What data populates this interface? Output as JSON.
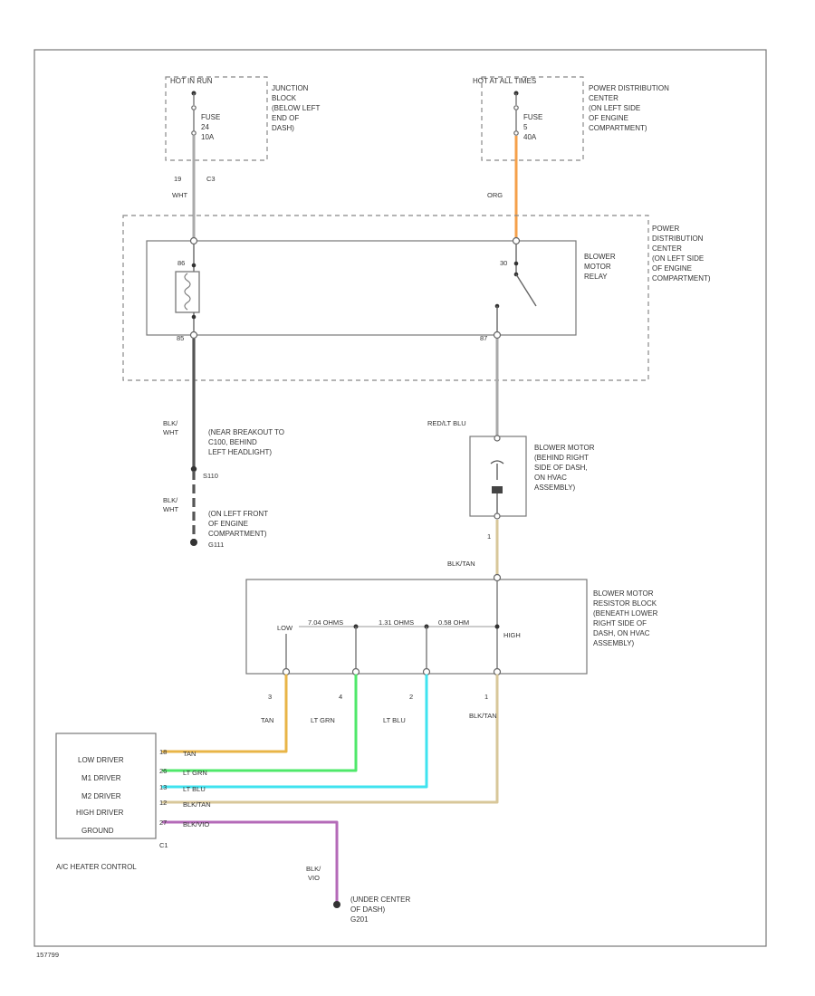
{
  "fuse1": {
    "header": "HOT IN RUN",
    "fuse_name": "FUSE",
    "fuse_num": "24",
    "fuse_amp": "10A",
    "location": [
      "JUNCTION",
      "BLOCK",
      "(BELOW LEFT",
      "END OF",
      "DASH)"
    ]
  },
  "fuse2": {
    "header": "HOT AT ALL TIMES",
    "fuse_name": "FUSE",
    "fuse_num": "5",
    "fuse_amp": "40A",
    "location": [
      "POWER DISTRIBUTION",
      "CENTER",
      "(ON LEFT SIDE",
      "OF ENGINE",
      "COMPARTMENT)"
    ]
  },
  "left_wire": {
    "pin": "19",
    "connector": "C3",
    "color": "WHT"
  },
  "right_wire": {
    "color": "ORG"
  },
  "pdc_label": [
    "POWER",
    "DISTRIBUTION",
    "CENTER",
    "(ON LEFT SIDE",
    "OF ENGINE",
    "COMPARTMENT)"
  ],
  "relay": {
    "label": [
      "BLOWER",
      "MOTOR",
      "RELAY"
    ],
    "coil_pin": "86",
    "switch_pin": "30",
    "coil_out_pin": "85",
    "switch_out_pin": "87"
  },
  "left_branch": {
    "color1": [
      "BLK/",
      "WHT"
    ],
    "note1": [
      "(NEAR BREAKOUT TO",
      "C100, BEHIND",
      "LEFT HEADLIGHT)"
    ],
    "splice": "S110",
    "color2": [
      "BLK/",
      "WHT"
    ],
    "note2": [
      "(ON LEFT FRONT",
      "OF ENGINE",
      "COMPARTMENT)"
    ],
    "ground": "G111"
  },
  "right_branch": {
    "color": "RED/LT BLU",
    "motor_label": [
      "BLOWER MOTOR",
      "(BEHIND RIGHT",
      "SIDE OF DASH,",
      "ON HVAC",
      "ASSEMBLY)"
    ],
    "pin_below": "1",
    "color_below": "BLK/TAN"
  },
  "resistor": {
    "label": [
      "BLOWER MOTOR",
      "RESISTOR BLOCK",
      "(BENEATH LOWER",
      "RIGHT SIDE OF",
      "DASH, ON HVAC",
      "ASSEMBLY)"
    ],
    "low": "LOW",
    "high": "HIGH",
    "r1": "7.04 OHMS",
    "r2": "1.31 OHMS",
    "r3": "0.58 OHM"
  },
  "bottom_wires": [
    {
      "pin": "3",
      "color": "TAN"
    },
    {
      "pin": "4",
      "color": "LT GRN"
    },
    {
      "pin": "2",
      "color": "LT BLU"
    },
    {
      "pin": "1",
      "color": "BLK/TAN"
    }
  ],
  "control": {
    "title": "A/C HEATER CONTROL",
    "connector": "C1",
    "rows": [
      {
        "label": "LOW DRIVER",
        "pin": "18",
        "wire": "TAN"
      },
      {
        "label": "M1 DRIVER",
        "pin": "26",
        "wire": "LT GRN"
      },
      {
        "label": "M2 DRIVER",
        "pin": "13",
        "wire": "LT BLU"
      },
      {
        "label": "HIGH DRIVER",
        "pin": "12",
        "wire": "BLK/TAN"
      },
      {
        "label": "GROUND",
        "pin": "27",
        "wire": "BLK/VIO"
      }
    ]
  },
  "ground2": {
    "color": [
      "BLK/",
      "VIO"
    ],
    "note": [
      "(UNDER CENTER",
      "OF DASH)"
    ],
    "ground": "G201"
  },
  "footer_code": "157799",
  "colors": {
    "org": "#f5a04a",
    "tan": "#e8b547",
    "lt_grn": "#4fe86a",
    "lt_blu": "#3fe3ef",
    "blk_tan": "#d8c79a",
    "blk_vio": "#b46ab8",
    "gray": "#a9a9a9",
    "dark": "#555555"
  }
}
